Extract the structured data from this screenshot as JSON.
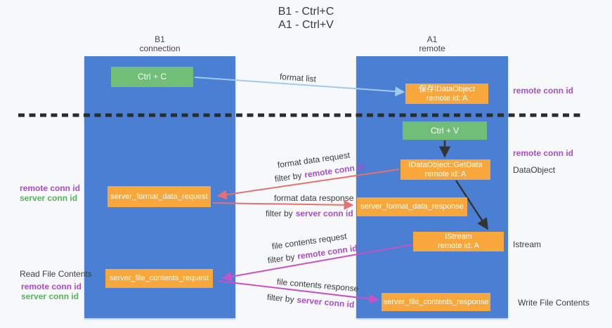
{
  "title": {
    "line1": "B1 - Ctrl+C",
    "line2": "A1 - Ctrl+V"
  },
  "columns": {
    "left": {
      "name": "B1",
      "role": "connection"
    },
    "right": {
      "name": "A1",
      "role": "remote"
    }
  },
  "nodes": {
    "ctrl_c": "Ctrl + C",
    "ctrl_v": "Ctrl + V",
    "idataobject_saved": {
      "line1": "保存IDataObject",
      "line2": "remote id: A"
    },
    "idataobject_getdata": {
      "line1": "IDataObject::GetData",
      "line2": "remote id: A"
    },
    "istream": {
      "line1": "IStream",
      "line2": "remote id: A"
    },
    "server_format_data_request": "server_format_data_request",
    "server_format_data_response": "server_format_data_response",
    "server_file_contents_request": "server_file_contents_request",
    "server_file_contents_response": "server_file_contents_response"
  },
  "arrow_labels": {
    "format_list": "format list",
    "format_data_request": "format data request",
    "format_data_response": "format data response",
    "file_contents_request": "file contents request",
    "file_contents_response": "file contents response",
    "filter_by": "filter by",
    "remote_conn_id": "remote conn id",
    "server_conn_id": "server conn id"
  },
  "side_labels": {
    "remote_conn_id": "remote conn id",
    "server_conn_id": "server conn id",
    "dataobject": "DataObject",
    "istream": "Istream",
    "read_file_contents": "Read File Contents",
    "write_file_contents": "Write File Contents"
  },
  "colors": {
    "column_blue": "#4a7fd3",
    "node_green": "#71be78",
    "node_orange": "#f7a73b",
    "label_purple": "#a84dc7",
    "label_green": "#5ab05e",
    "arrow_salmon": "#e77070",
    "arrow_magenta": "#c751c5",
    "arrow_light_blue": "#9ecbee",
    "arrow_black": "#333333",
    "dashed_line": "#2b2b2b"
  }
}
